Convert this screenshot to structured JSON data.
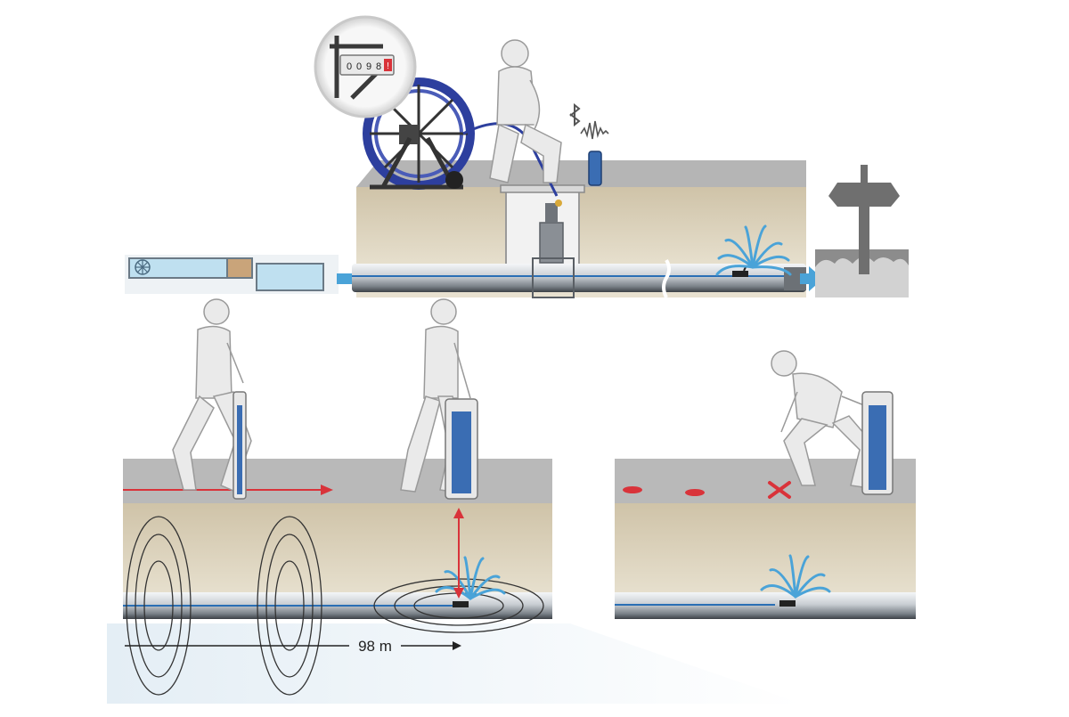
{
  "counter": {
    "digits": [
      "0",
      "0",
      "9",
      "8"
    ],
    "flag": "!"
  },
  "distance_label": "98 m",
  "icons": {
    "bluetooth": "bluetooth-icon",
    "signal": "signal-wave-icon",
    "water_tower": "water-tower-icon"
  },
  "colors": {
    "water": "#4aa3d8",
    "pipe_flow": "#2a6fb5",
    "cable": "#2d3f9e",
    "marker_red": "#d9333a",
    "soil": "#d8cdb6",
    "road": "#b9b9b9",
    "device": "#3a6db3"
  }
}
